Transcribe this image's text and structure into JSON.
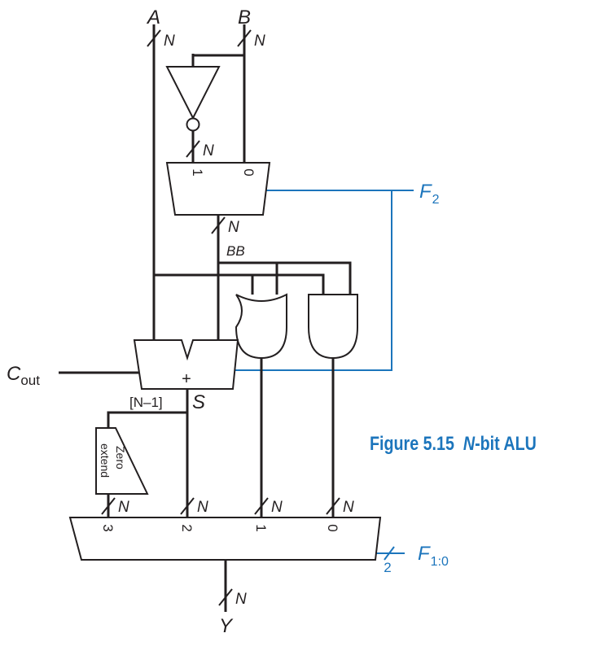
{
  "signals": {
    "a": "A",
    "b": "B",
    "bb": "BB",
    "s": "S",
    "y": "Y",
    "cout_main": "C",
    "cout_sub": "out",
    "f2_main": "F",
    "f2_sub": "2",
    "f10_main": "F",
    "f10_sub": "1:0"
  },
  "bus_width": "N",
  "msb_tap": "[N–1]",
  "select_width": "2",
  "adder_symbol": "+",
  "zero_extend": [
    "Zero",
    "extend"
  ],
  "mux2_inputs": [
    "1",
    "0"
  ],
  "mux4_inputs": [
    "3",
    "2",
    "1",
    "0"
  ],
  "caption": {
    "figure": "Figure 5.15",
    "title_italic": "N",
    "title_rest": "-bit ALU"
  },
  "colors": {
    "wire": "#231f20",
    "control": "#1c75bc",
    "caption": "#1c75bc"
  }
}
